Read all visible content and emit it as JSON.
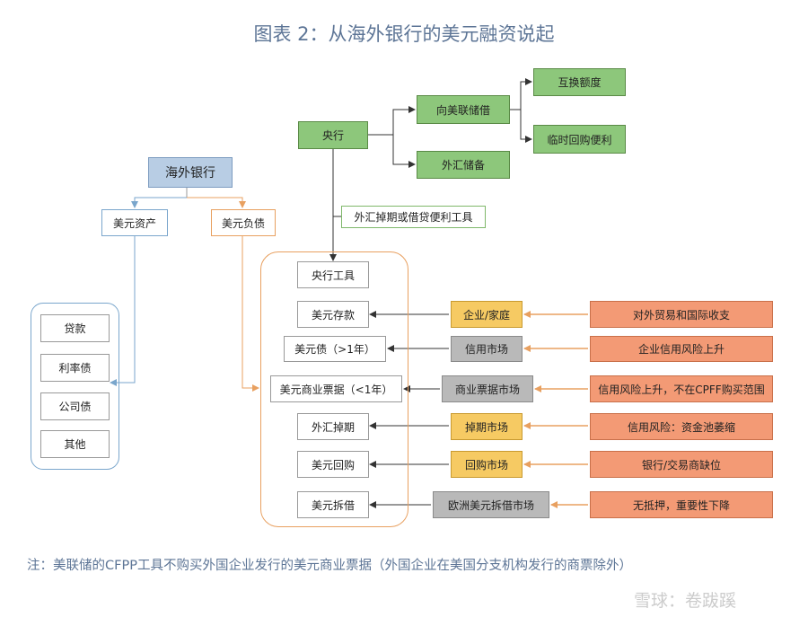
{
  "title": "图表 2：从海外银行的美元融资说起",
  "nodes": {
    "fed": "央行",
    "fed_swap_lines": "向美联储借",
    "swap_quota": "互换额度",
    "temp_repo": "临时回购便利",
    "fx_reserve": "外汇储备",
    "fx_tools": "外汇掉期或借贷便利工具",
    "overseas_bank": "海外银行",
    "usd_assets": "美元资产",
    "usd_liabilities": "美元负债",
    "assets": [
      "贷款",
      "利率债",
      "公司债",
      "其他"
    ],
    "liabilities": [
      "央行工具",
      "美元存款",
      "美元债（>1年）",
      "美元商业票据（<1年）",
      "外汇掉期",
      "美元回购",
      "美元拆借"
    ],
    "markets": [
      "企业/家庭",
      "信用市场",
      "商业票据市场",
      "掉期市场",
      "回购市场",
      "欧洲美元拆借市场"
    ],
    "shocks": [
      "对外贸易和国际收支",
      "企业信用风险上升",
      "信用风险上升，不在CPFF购买范围",
      "信用风险：资金池萎缩",
      "银行/交易商缺位",
      "无抵押，重要性下降"
    ]
  },
  "note": "注：美联储的CFPP工具不购买外国企业发行的美元商业票据（外国企业在美国分支机构发行的商票除外）",
  "watermark": "雪球：卷跋蹊",
  "colors": {
    "green": "#8dc77b",
    "blue": "#b8cde4",
    "orange": "#e8a060",
    "yellow": "#f6ca63",
    "grey": "#b9b9b9",
    "salmon": "#f39a75",
    "title": "#5d7596"
  }
}
